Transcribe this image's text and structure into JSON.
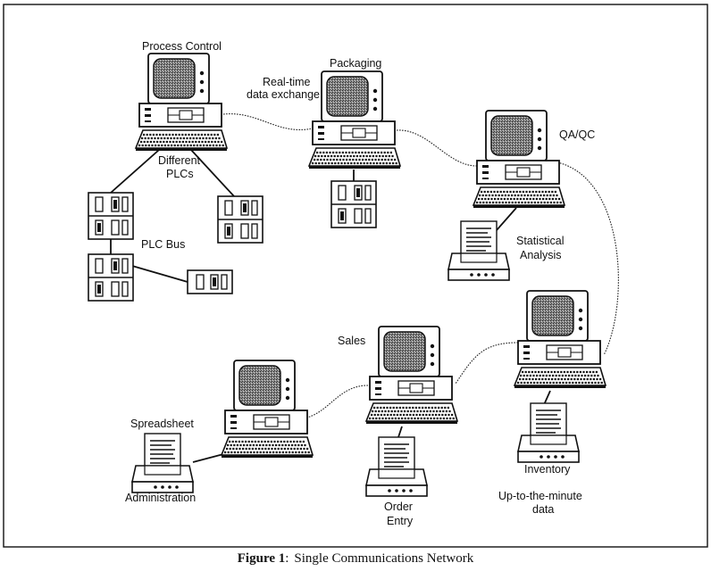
{
  "labels": {
    "process_control": "Process Control",
    "realtime_1": "Real-time",
    "realtime_2": "data exchange",
    "packaging": "Packaging",
    "qaqc": "QA/QC",
    "different_1": "Different",
    "different_2": "PLCs",
    "plc_bus": "PLC Bus",
    "statistical_1": "Statistical",
    "statistical_2": "Analysis",
    "sales": "Sales",
    "spreadsheet": "Spreadsheet",
    "administration": "Administration",
    "order_1": "Order",
    "order_2": "Entry",
    "inventory": "Inventory",
    "uptominute_1": "Up-to-the-minute",
    "uptominute_2": "data"
  },
  "caption": {
    "prefix": "Figure 1",
    "separator": ":",
    "title": "Single Communications Network"
  },
  "colors": {
    "ink": "#111111",
    "screen": "#6a6a6a",
    "paper": "#ffffff"
  }
}
